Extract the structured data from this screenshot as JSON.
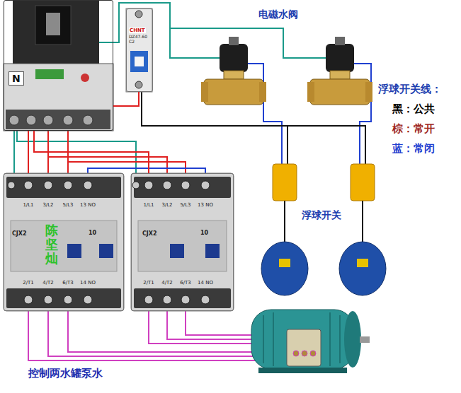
{
  "diagram": {
    "caption": "控制两水罐泵水",
    "nodes": [
      {
        "text": [
          "N"
        ]
      },
      {
        "text": [
          "CHNT",
          "DZ47-60 C2"
        ]
      },
      {
        "text": [
          "CJX2",
          "10"
        ]
      },
      {
        "text": [
          "CJX2",
          "10"
        ]
      }
    ],
    "edges": [
      {
        "from": 0,
        "to": 2,
        "arrow": "none"
      },
      {
        "from": 0,
        "to": 3,
        "arrow": "none"
      },
      {
        "from": 0,
        "to": 1,
        "arrow": "none"
      }
    ],
    "labels": [
      "电磁水阀",
      "浮球开关线：",
      "黑：公共",
      "棕：常开",
      "蓝：常闭",
      "浮球开关",
      "1/L1",
      "3/L2",
      "5/L3",
      "13 NO",
      "1/L1",
      "3/L2",
      "5/L3",
      "13 NO",
      "2/T1",
      "4/T2",
      "6/T3",
      "14 NO",
      "2/T1",
      "4/T2",
      "6/T3",
      "14 NO",
      "陈坚灿"
    ]
  }
}
